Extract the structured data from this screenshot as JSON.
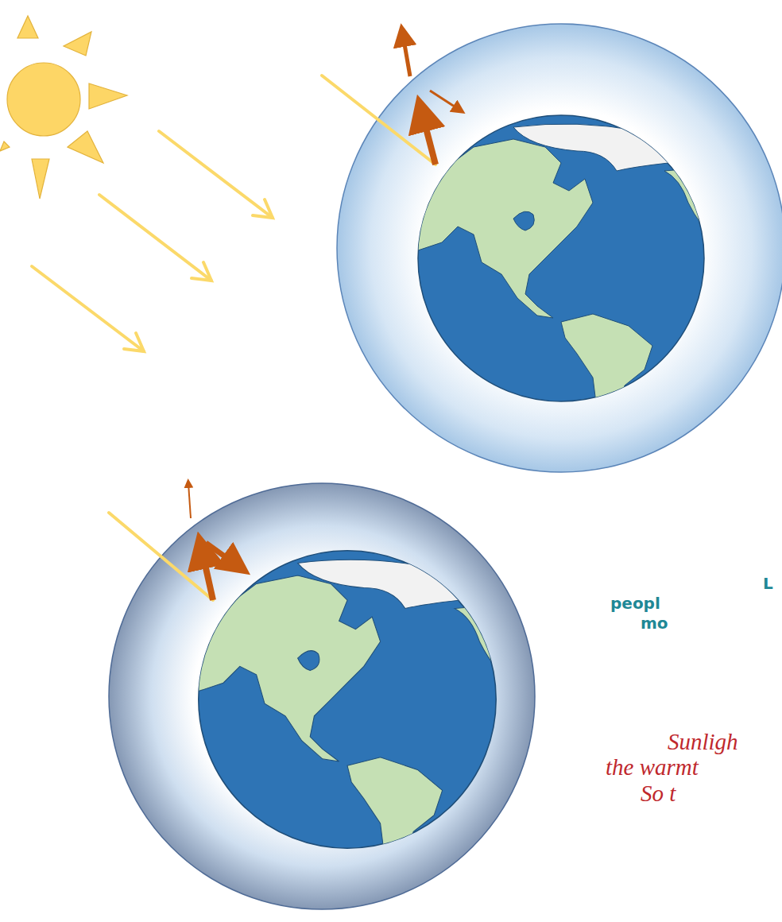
{
  "diagram": {
    "labels": [
      "L",
      "peopl",
      "mo",
      "Sunligh",
      "the warmt",
      "So t"
    ]
  }
}
